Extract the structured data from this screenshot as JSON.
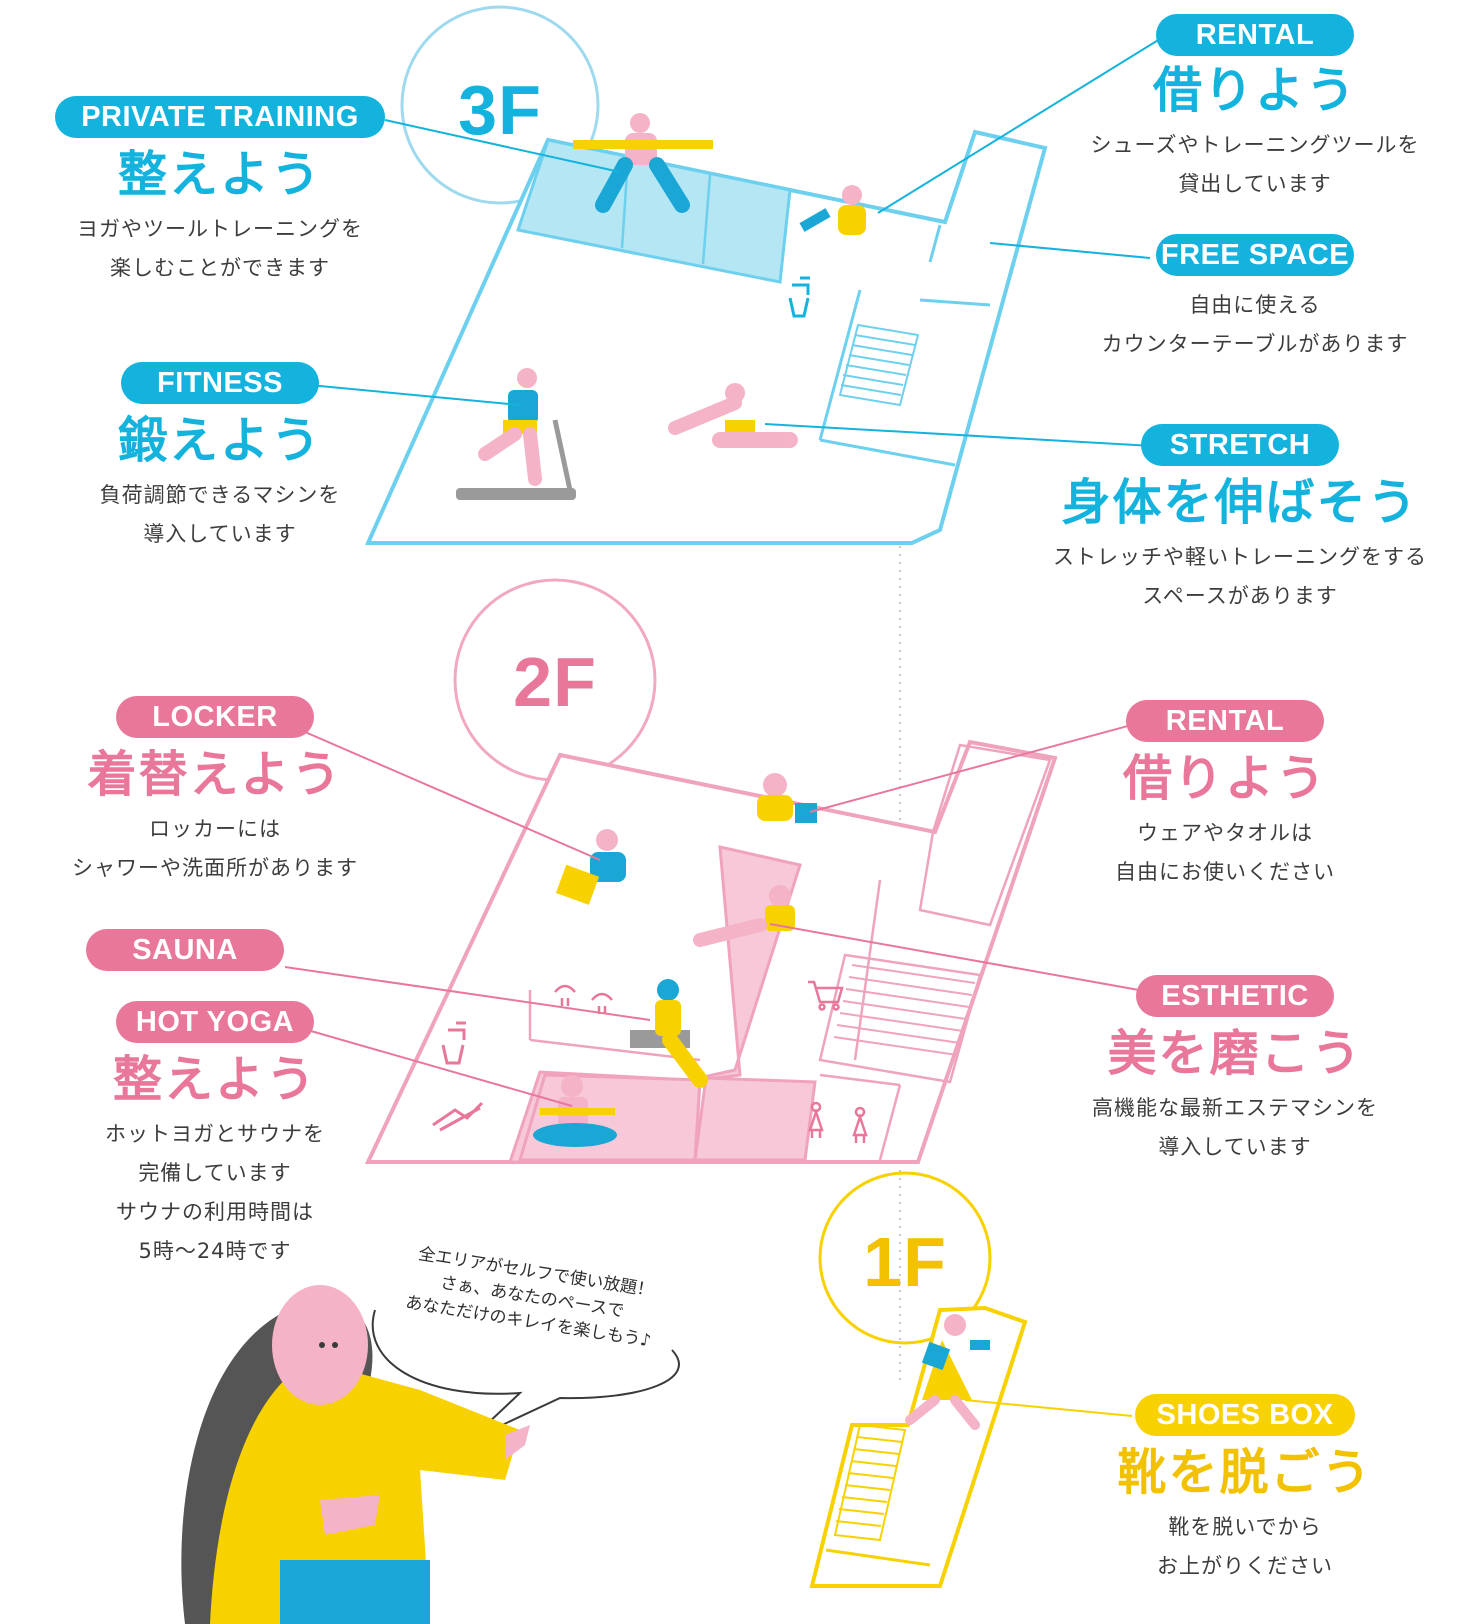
{
  "floors": {
    "f3": "3F",
    "f2": "2F",
    "f1": "1F"
  },
  "colors": {
    "blue": "#13b3de",
    "pink": "#e8779a",
    "yellow": "#f8d200",
    "light_blue_fill": "#b4e6f4",
    "light_pink_fill": "#f7c8d8"
  },
  "f3_private": {
    "tag": "PRIVATE TRAINING",
    "heading": "整えよう",
    "desc": [
      "ヨガやツールトレーニングを",
      "楽しむことができます"
    ]
  },
  "f3_fitness": {
    "tag": "FITNESS",
    "heading": "鍛えよう",
    "desc": [
      "負荷調節できるマシンを",
      "導入しています"
    ]
  },
  "f3_rental": {
    "tag": "RENTAL",
    "heading": "借りよう",
    "desc": [
      "シューズやトレーニングツールを",
      "貸出しています"
    ]
  },
  "f3_free": {
    "tag": "FREE SPACE",
    "desc": [
      "自由に使える",
      "カウンターテーブルがあります"
    ]
  },
  "f3_stretch": {
    "tag": "STRETCH",
    "heading": "身体を伸ばそう",
    "desc": [
      "ストレッチや軽いトレーニングをする",
      "スペースがあります"
    ]
  },
  "f2_locker": {
    "tag": "LOCKER",
    "heading": "着替えよう",
    "desc": [
      "ロッカーには",
      "シャワーや洗面所があります"
    ]
  },
  "f2_sauna": {
    "tag": "SAUNA"
  },
  "f2_hotyoga": {
    "tag": "HOT YOGA",
    "heading": "整えよう",
    "desc": [
      "ホットヨガとサウナを",
      "完備しています",
      "サウナの利用時間は",
      "5時〜24時です"
    ]
  },
  "f2_rental": {
    "tag": "RENTAL",
    "heading": "借りよう",
    "desc": [
      "ウェアやタオルは",
      "自由にお使いください"
    ]
  },
  "f2_esthetic": {
    "tag": "ESTHETIC",
    "heading": "美を磨こう",
    "desc": [
      "高機能な最新エステマシンを",
      "導入しています"
    ]
  },
  "f1_shoes": {
    "tag": "SHOES BOX",
    "heading": "靴を脱ごう",
    "desc": [
      "靴を脱いでから",
      "お上がりください"
    ]
  },
  "bubble": {
    "lines": [
      "全エリアがセルフで使い放題！",
      "さぁ、あなたのペースで",
      "あなただけのキレイを楽しもう♪"
    ]
  }
}
